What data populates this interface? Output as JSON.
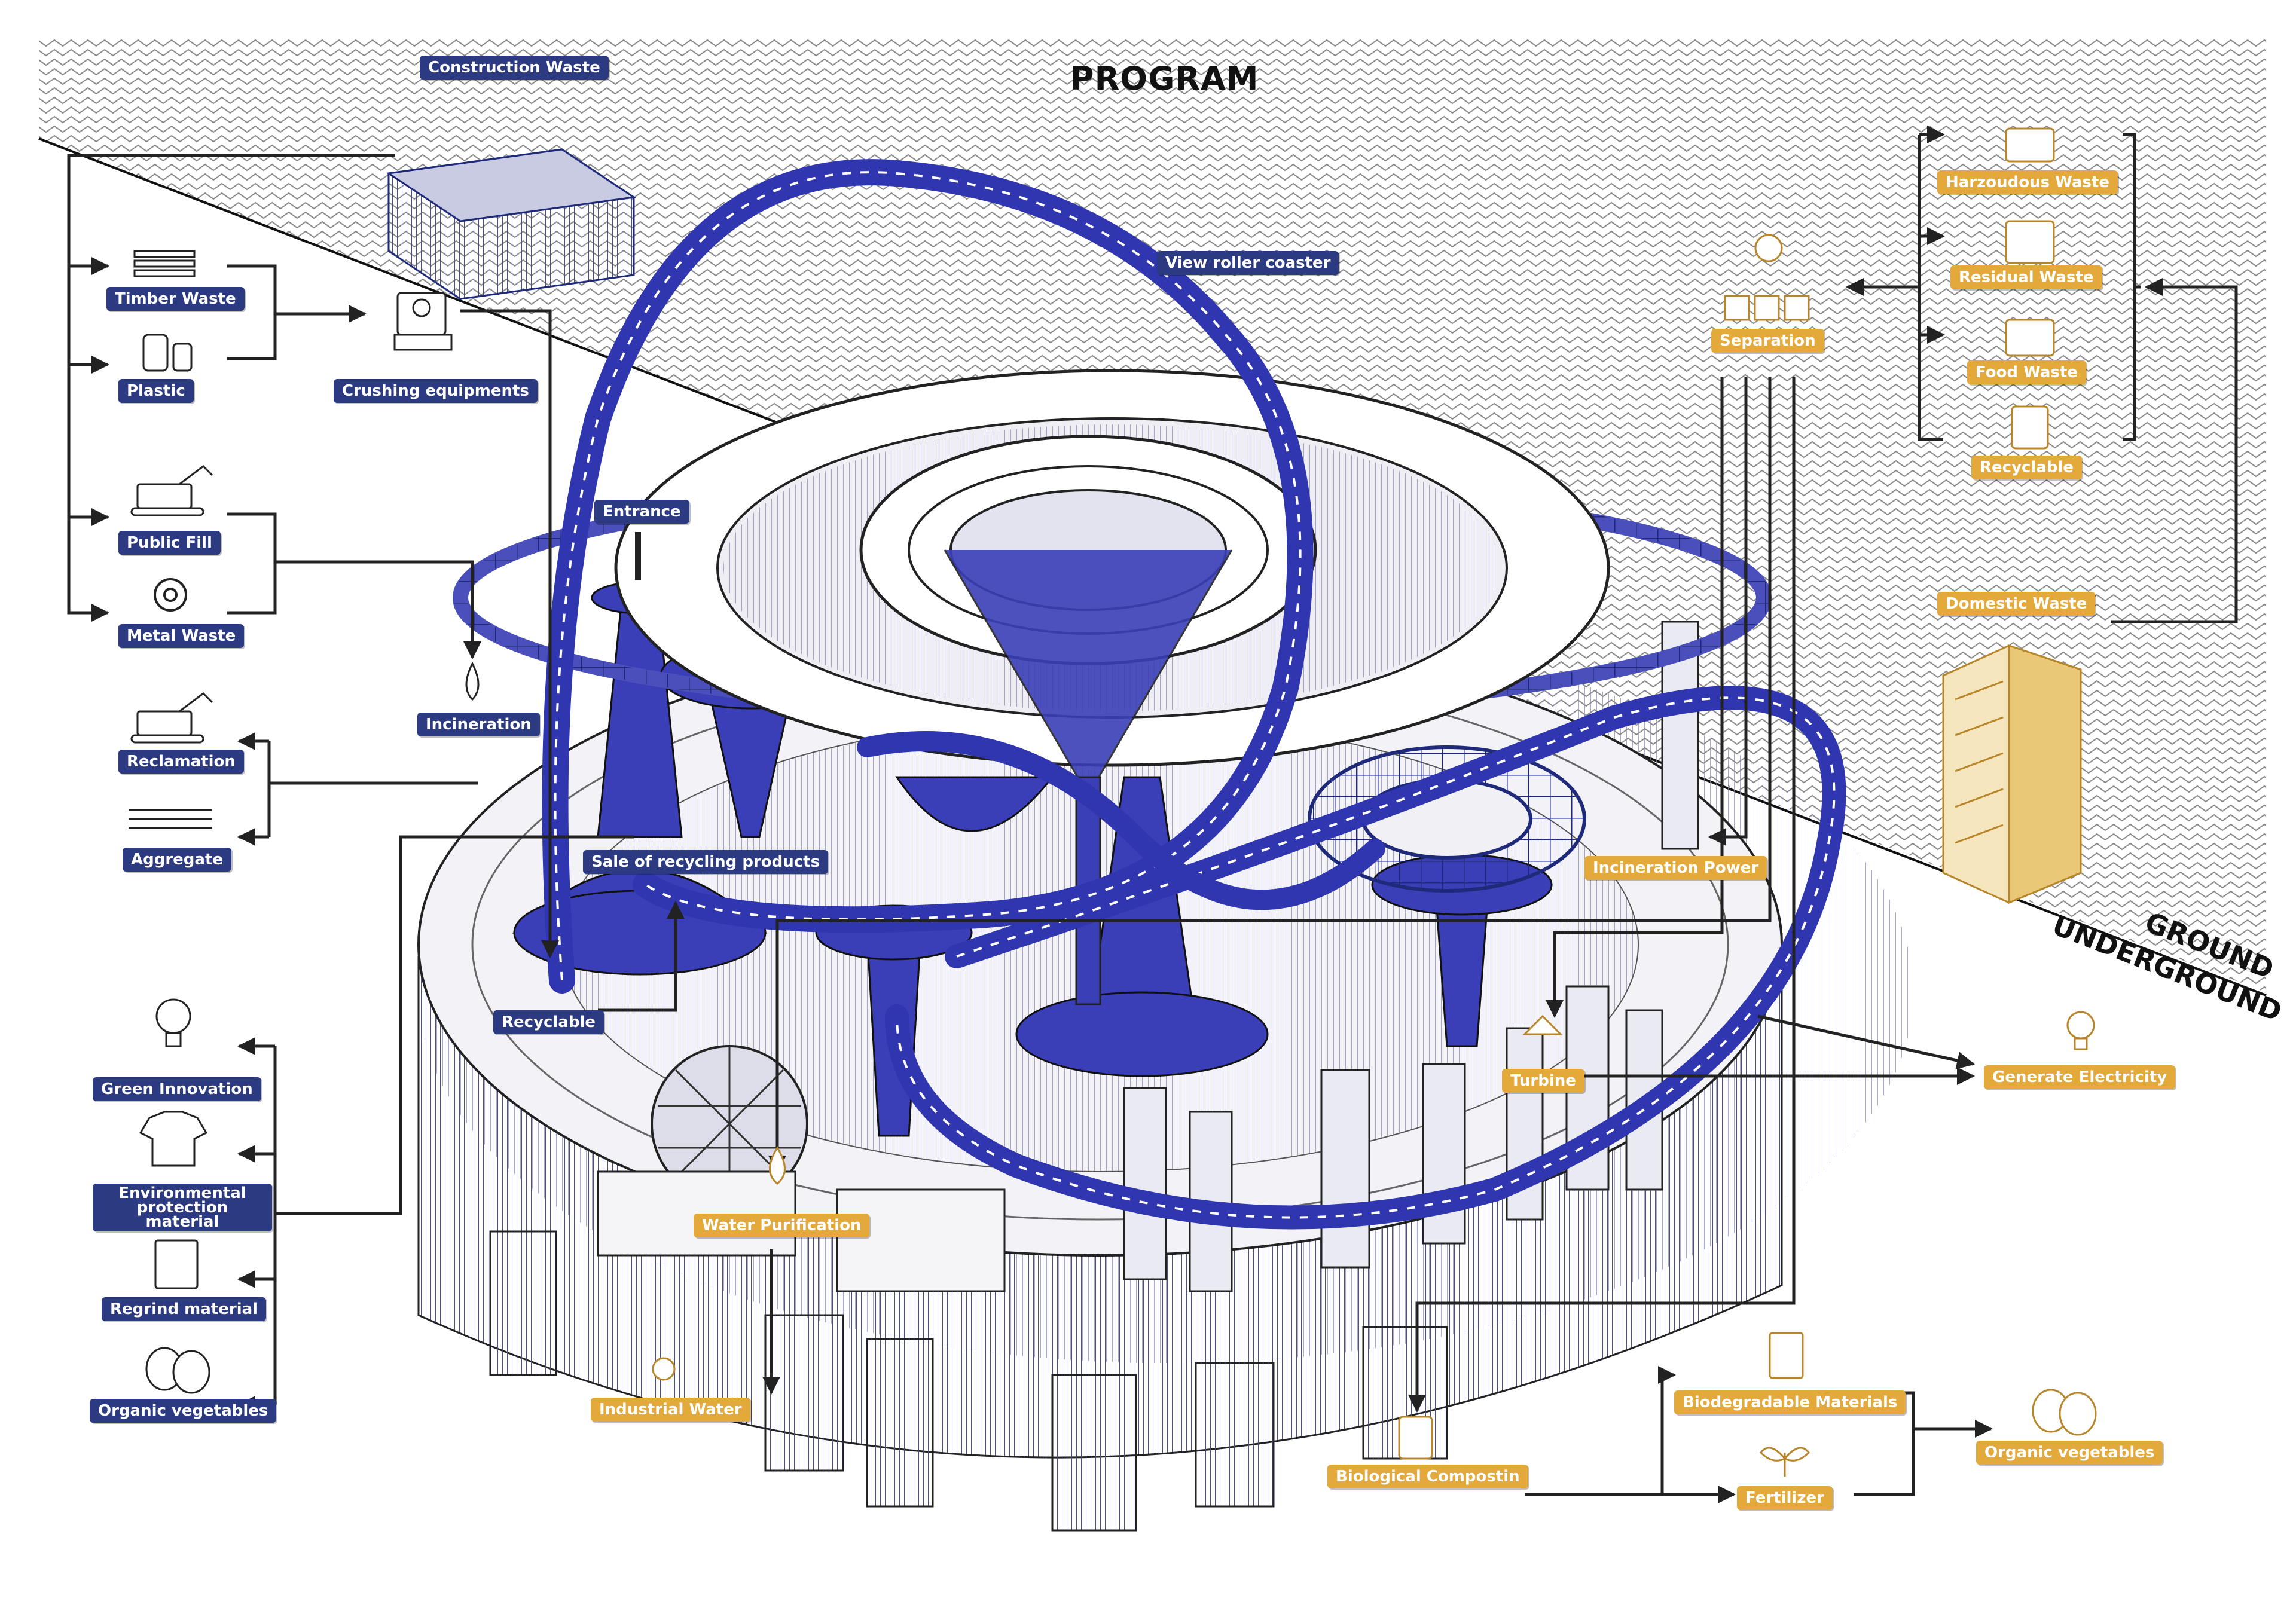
{
  "title": "PROGRAM",
  "zones": {
    "ground": "GROUND",
    "underground": "UNDERGROUND"
  },
  "colors": {
    "blue": "#2c3a82",
    "gold": "#e3a93a",
    "structure_blue": "#3a3fb8"
  },
  "labels": {
    "construction_waste": "Construction Waste",
    "timber_waste": "Timber Waste",
    "plastic": "Plastic",
    "crushing_equipments": "Crushing equipments",
    "public_fill": "Public Fill",
    "metal_waste": "Metal Waste",
    "incineration": "Incineration",
    "reclamation": "Reclamation",
    "aggregate": "Aggregate",
    "entrance": "Entrance",
    "view_roller_coaster": "View roller coaster",
    "sale_of_recycling_products": "Sale of recycling products",
    "recyclable_blue": "Recyclable",
    "green_innovation": "Green Innovation",
    "environmental_protection_material": "Environmental protection material",
    "regrind_material": "Regrind material",
    "organic_vegetables_blue": "Organic vegetables",
    "water_purification": "Water Purification",
    "industrial_water": "Industrial Water",
    "biological_composting": "Biological Compostin",
    "biodegradable_materials": "Biodegradable Materials",
    "fertilizer": "Fertilizer",
    "organic_vegetables_gold": "Organic vegetables",
    "turbine": "Turbine",
    "generate_electricity": "Generate Electricity",
    "incineration_power": "Incineration Power",
    "separation": "Separation",
    "harzoudous_waste": "Harzoudous Waste",
    "residual_waste": "Residual Waste",
    "food_waste": "Food Waste",
    "recyclable_gold": "Recyclable",
    "domestic_waste": "Domestic Waste"
  },
  "icons": [
    "timber-icon",
    "plastic-bottle-icon",
    "crusher-icon",
    "excavator-icon",
    "gear-icon",
    "flame-icon",
    "excavator-icon",
    "aggregate-layers-icon",
    "lightbulb-leaf-icon",
    "tshirt-recycle-icon",
    "bag-recycle-icon",
    "vegetable-sacks-icon",
    "water-drop-icon",
    "compost-icon",
    "biodegradable-icon",
    "sprout-icon",
    "lightbulb-icon",
    "turbine-icon",
    "separation-bins-icon",
    "hazardous-bin-icon",
    "residual-bin-icon",
    "food-bin-icon",
    "recycle-bin-icon",
    "building-icon",
    "rubble-building-icon"
  ]
}
